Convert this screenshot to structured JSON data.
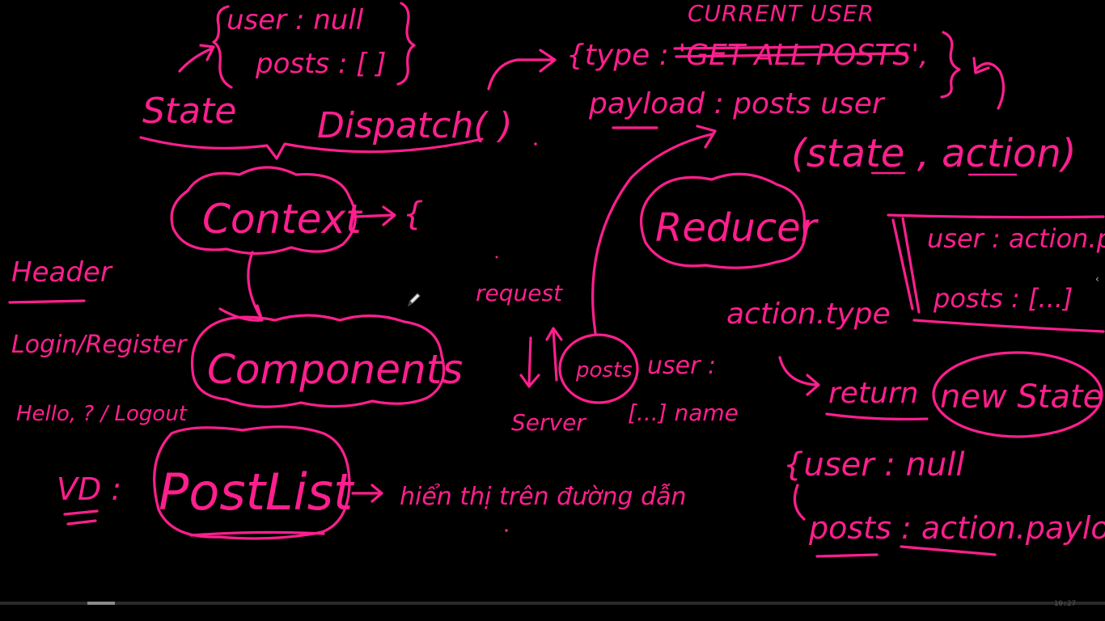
{
  "board": {
    "colors": {
      "ink": "#ff1f8e",
      "background": "#000000"
    },
    "state_block": {
      "user_line": "user : null",
      "posts_line": "posts : [ ]",
      "state_label": "State",
      "dispatch_label": "Dispatch( )"
    },
    "action_block": {
      "current_user": "CURRENT USER",
      "type_line": "{type : 'GET ALL POSTS',",
      "payload_line": "payload : posts user",
      "state_action": "(state , action)"
    },
    "context_cloud": "Context",
    "context_arrow_brace": "{",
    "components_cloud": "Components",
    "reducer_cloud": "Reducer",
    "left_notes": {
      "header": "Header",
      "login": "Login/Register",
      "hello": "Hello, ? / Logout",
      "vd": "VD :"
    },
    "postlist_cloud": "PostList",
    "postlist_note": "hiển thị trên đường dẫn",
    "server_notes": {
      "request": "request",
      "server": "Server",
      "posts_circle": "posts",
      "user_line": "user :",
      "name_line": "[...] name"
    },
    "right_block": {
      "user_payload": "user : action.payload",
      "posts_list": "posts : [...]",
      "action_type": "action.type",
      "return_label": "return",
      "new_state": "new State",
      "user_null": "{user : null",
      "posts_payload": "posts : action.payload"
    }
  },
  "player": {
    "progress": 0.1,
    "time_text": "10:27",
    "side_chevron": "‹"
  }
}
